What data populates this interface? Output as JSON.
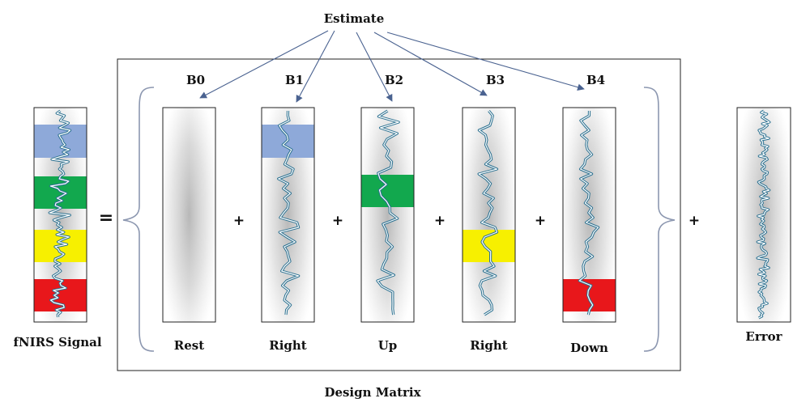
{
  "title": "Estimate",
  "design_matrix_label": "Design Matrix",
  "signal_label": "fNIRS Signal",
  "error_label": "Error",
  "equals": "=",
  "plus": "+",
  "regressors": [
    {
      "coef": "B0",
      "label": "Rest",
      "block": null
    },
    {
      "coef": "B1",
      "label": "Right",
      "block": "blue"
    },
    {
      "coef": "B2",
      "label": "Up",
      "block": "green"
    },
    {
      "coef": "B3",
      "label": "Right",
      "block": "yellow"
    },
    {
      "coef": "B4",
      "label": "Down",
      "block": "red"
    }
  ],
  "colors": {
    "blue": "#8ea9d9",
    "green": "#12a84e",
    "yellow": "#f7f000",
    "red": "#e8171b",
    "arrow": "#4a6290",
    "waveform": "#2a7090",
    "bracket": "#8c97b0"
  }
}
